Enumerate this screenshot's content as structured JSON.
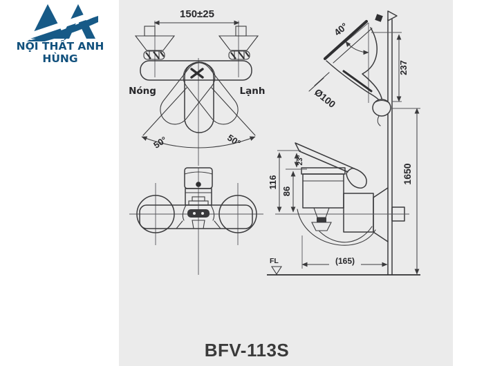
{
  "brand": {
    "name": "NỘI THẤT ANH HÙNG"
  },
  "product": {
    "model": "BFV-113S"
  },
  "diagram": {
    "top_view": {
      "mount_width": "150±25"
    },
    "handle_view": {
      "hot": "Nóng",
      "cold": "Lạnh",
      "swing_left": "50°",
      "swing_right": "50°"
    },
    "side_view": {
      "lever_angle": "23°",
      "height_upper": "116",
      "height_lower": "86",
      "reach": "(165)",
      "floor": "FL",
      "rail_height": "1650"
    },
    "shower": {
      "tilt": "40°",
      "diameter": "Ø100",
      "head_length": "237"
    }
  },
  "colors": {
    "brand_blue": "#175a87",
    "panel_gray": "#ebebeb",
    "line": "#3a3a3c",
    "model_text": "#3a3a3a"
  }
}
